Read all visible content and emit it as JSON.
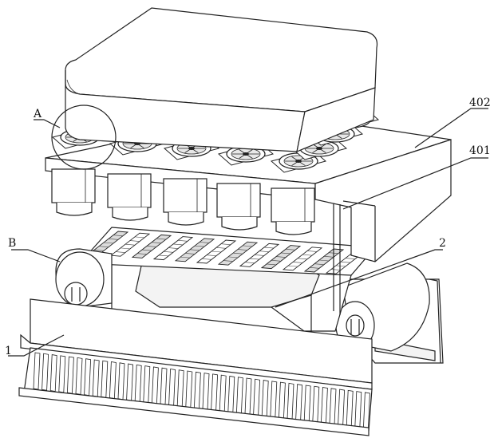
{
  "labels": {
    "a": "A",
    "b": "B",
    "part_1": "1",
    "part_2": "2",
    "part_401": "401",
    "part_402": "402"
  }
}
